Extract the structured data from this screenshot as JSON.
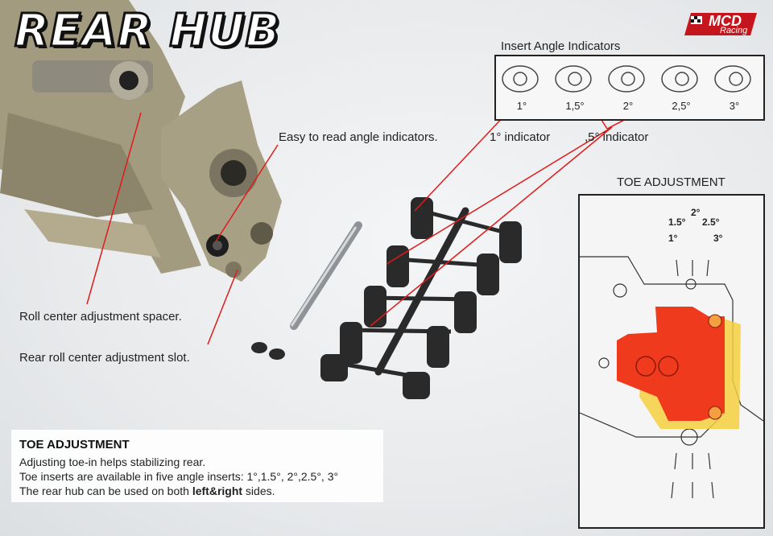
{
  "title": "REAR HUB",
  "logo": {
    "brand": "MCD",
    "sub": "Racing"
  },
  "insert_indicators": {
    "heading": "Insert Angle Indicators",
    "labels": [
      "1°",
      "1,5°",
      "2°",
      "2,5°",
      "3°"
    ]
  },
  "callouts": {
    "easy_read": "Easy to read angle indicators.",
    "one_degree": "1° indicator",
    "half_degree": ",5° indicator",
    "roll_center_spacer": "Roll center adjustment spacer.",
    "roll_center_slot": "Rear roll center adjustment slot."
  },
  "toe_diagram": {
    "heading": "TOE ADJUSTMENT",
    "degrees": [
      "1°",
      "1.5°",
      "2°",
      "2.5°",
      "3°"
    ]
  },
  "info": {
    "heading": "TOE ADJUSTMENT",
    "line1": "Adjusting toe-in helps stabilizing rear.",
    "line2": "Toe inserts are available in five angle inserts: 1°,1.5°, 2°,2.5°, 3°",
    "line3_prefix": "The rear hub can be used on both ",
    "line3_bold": "left&right",
    "line3_suffix": " sides."
  },
  "colors": {
    "callout_line": "#e01b1b",
    "hub_metal": "#9c9378",
    "insert_black": "#2a2a2a",
    "toe_red": "#f03a1e",
    "toe_yellow": "#f5d040"
  }
}
